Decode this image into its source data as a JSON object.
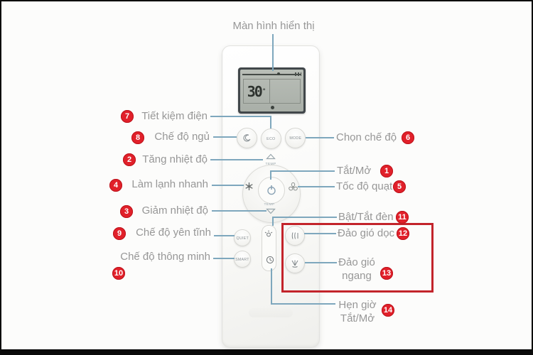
{
  "colors": {
    "badge_red": "#e1202a",
    "line_blue": "#7ea7bd",
    "label_gray": "#979797",
    "highlight_red": "#c3242b"
  },
  "display_callout": "Màn hình hiển thị",
  "remote": {
    "lcd": {
      "temperature": "30",
      "unit": "°"
    },
    "buttons": {
      "eco": "ECO",
      "mode": "MODE",
      "quiet": "QUIET",
      "smart": "SMART",
      "temp_label": "TEMP"
    }
  },
  "callouts": {
    "left": [
      {
        "num": "7",
        "text": "Tiết kiệm điện"
      },
      {
        "num": "8",
        "text": "Chế độ ngủ"
      },
      {
        "num": "2",
        "text": "Tăng nhiệt độ"
      },
      {
        "num": "4",
        "text": "Làm lạnh nhanh"
      },
      {
        "num": "3",
        "text": "Giảm nhiệt độ"
      },
      {
        "num": "9",
        "text": "Chế độ yên tĩnh"
      },
      {
        "num": "10",
        "text": "Chế độ thông minh"
      }
    ],
    "right": [
      {
        "num": "6",
        "text": "Chọn chế độ"
      },
      {
        "num": "1",
        "text": "Tắt/Mở"
      },
      {
        "num": "5",
        "text": "Tốc độ quạt"
      },
      {
        "num": "11",
        "text": "Bật/Tắt đèn"
      },
      {
        "num": "12",
        "text": "Đảo gió dọc"
      },
      {
        "num": "13",
        "line1": "Đảo gió",
        "line2": "ngang"
      },
      {
        "num": "14",
        "line1": "Hẹn giờ",
        "line2": "Tắt/Mở"
      }
    ]
  }
}
